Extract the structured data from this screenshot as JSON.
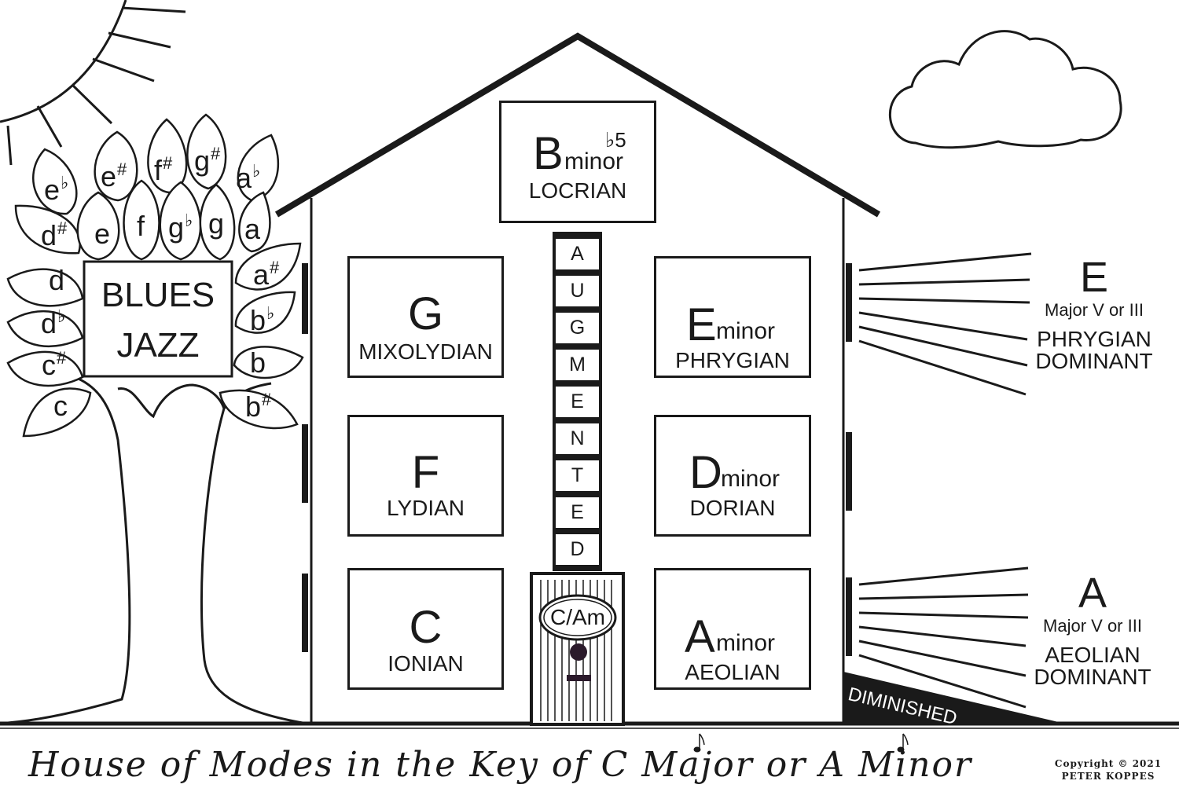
{
  "title": "House of Modes in the Key of C Major or A Minor",
  "copyright": {
    "line1": "Copyright © 2021",
    "line2": "PETER KOPPES"
  },
  "tree": {
    "sign_line1": "BLUES",
    "sign_line2": "JAZZ",
    "leaves": [
      {
        "note": "e",
        "accidental": "♭"
      },
      {
        "note": "e",
        "accidental": "#"
      },
      {
        "note": "f",
        "accidental": "#"
      },
      {
        "note": "g",
        "accidental": "#"
      },
      {
        "note": "a",
        "accidental": "♭"
      },
      {
        "note": "d",
        "accidental": "#"
      },
      {
        "note": "e",
        "accidental": ""
      },
      {
        "note": "f",
        "accidental": ""
      },
      {
        "note": "g",
        "accidental": "♭"
      },
      {
        "note": "g",
        "accidental": ""
      },
      {
        "note": "a",
        "accidental": ""
      },
      {
        "note": "d",
        "accidental": ""
      },
      {
        "note": "a",
        "accidental": "#"
      },
      {
        "note": "d",
        "accidental": "♭"
      },
      {
        "note": "b",
        "accidental": "♭"
      },
      {
        "note": "c",
        "accidental": "#"
      },
      {
        "note": "b",
        "accidental": ""
      },
      {
        "note": "c",
        "accidental": ""
      },
      {
        "note": "b",
        "accidental": "#"
      }
    ]
  },
  "attic": {
    "letter": "B",
    "quality": "minor",
    "superscript": "♭5",
    "mode": "LOCRIAN"
  },
  "rooms": {
    "g": {
      "letter": "G",
      "mode": "MIXOLYDIAN"
    },
    "f": {
      "letter": "F",
      "mode": "LYDIAN"
    },
    "c": {
      "letter": "C",
      "mode": "IONIAN"
    },
    "e": {
      "letter": "E",
      "quality": "minor",
      "mode": "PHRYGIAN"
    },
    "d": {
      "letter": "D",
      "quality": "minor",
      "mode": "DORIAN"
    },
    "a": {
      "letter": "A",
      "quality": "minor",
      "mode": "AEOLIAN"
    }
  },
  "augmented_letters": [
    "A",
    "U",
    "G",
    "M",
    "E",
    "N",
    "T",
    "E",
    "D"
  ],
  "door": {
    "sign": "C/Am"
  },
  "diminished": "DIMINISHED",
  "side_labels": {
    "upper": {
      "letter": "E",
      "line1": "Major V or III",
      "line2": "PHRYGIAN",
      "line3": "DOMINANT"
    },
    "lower": {
      "letter": "A",
      "line1": "Major V or III",
      "line2": "AEOLIAN",
      "line3": "DOMINANT"
    }
  }
}
